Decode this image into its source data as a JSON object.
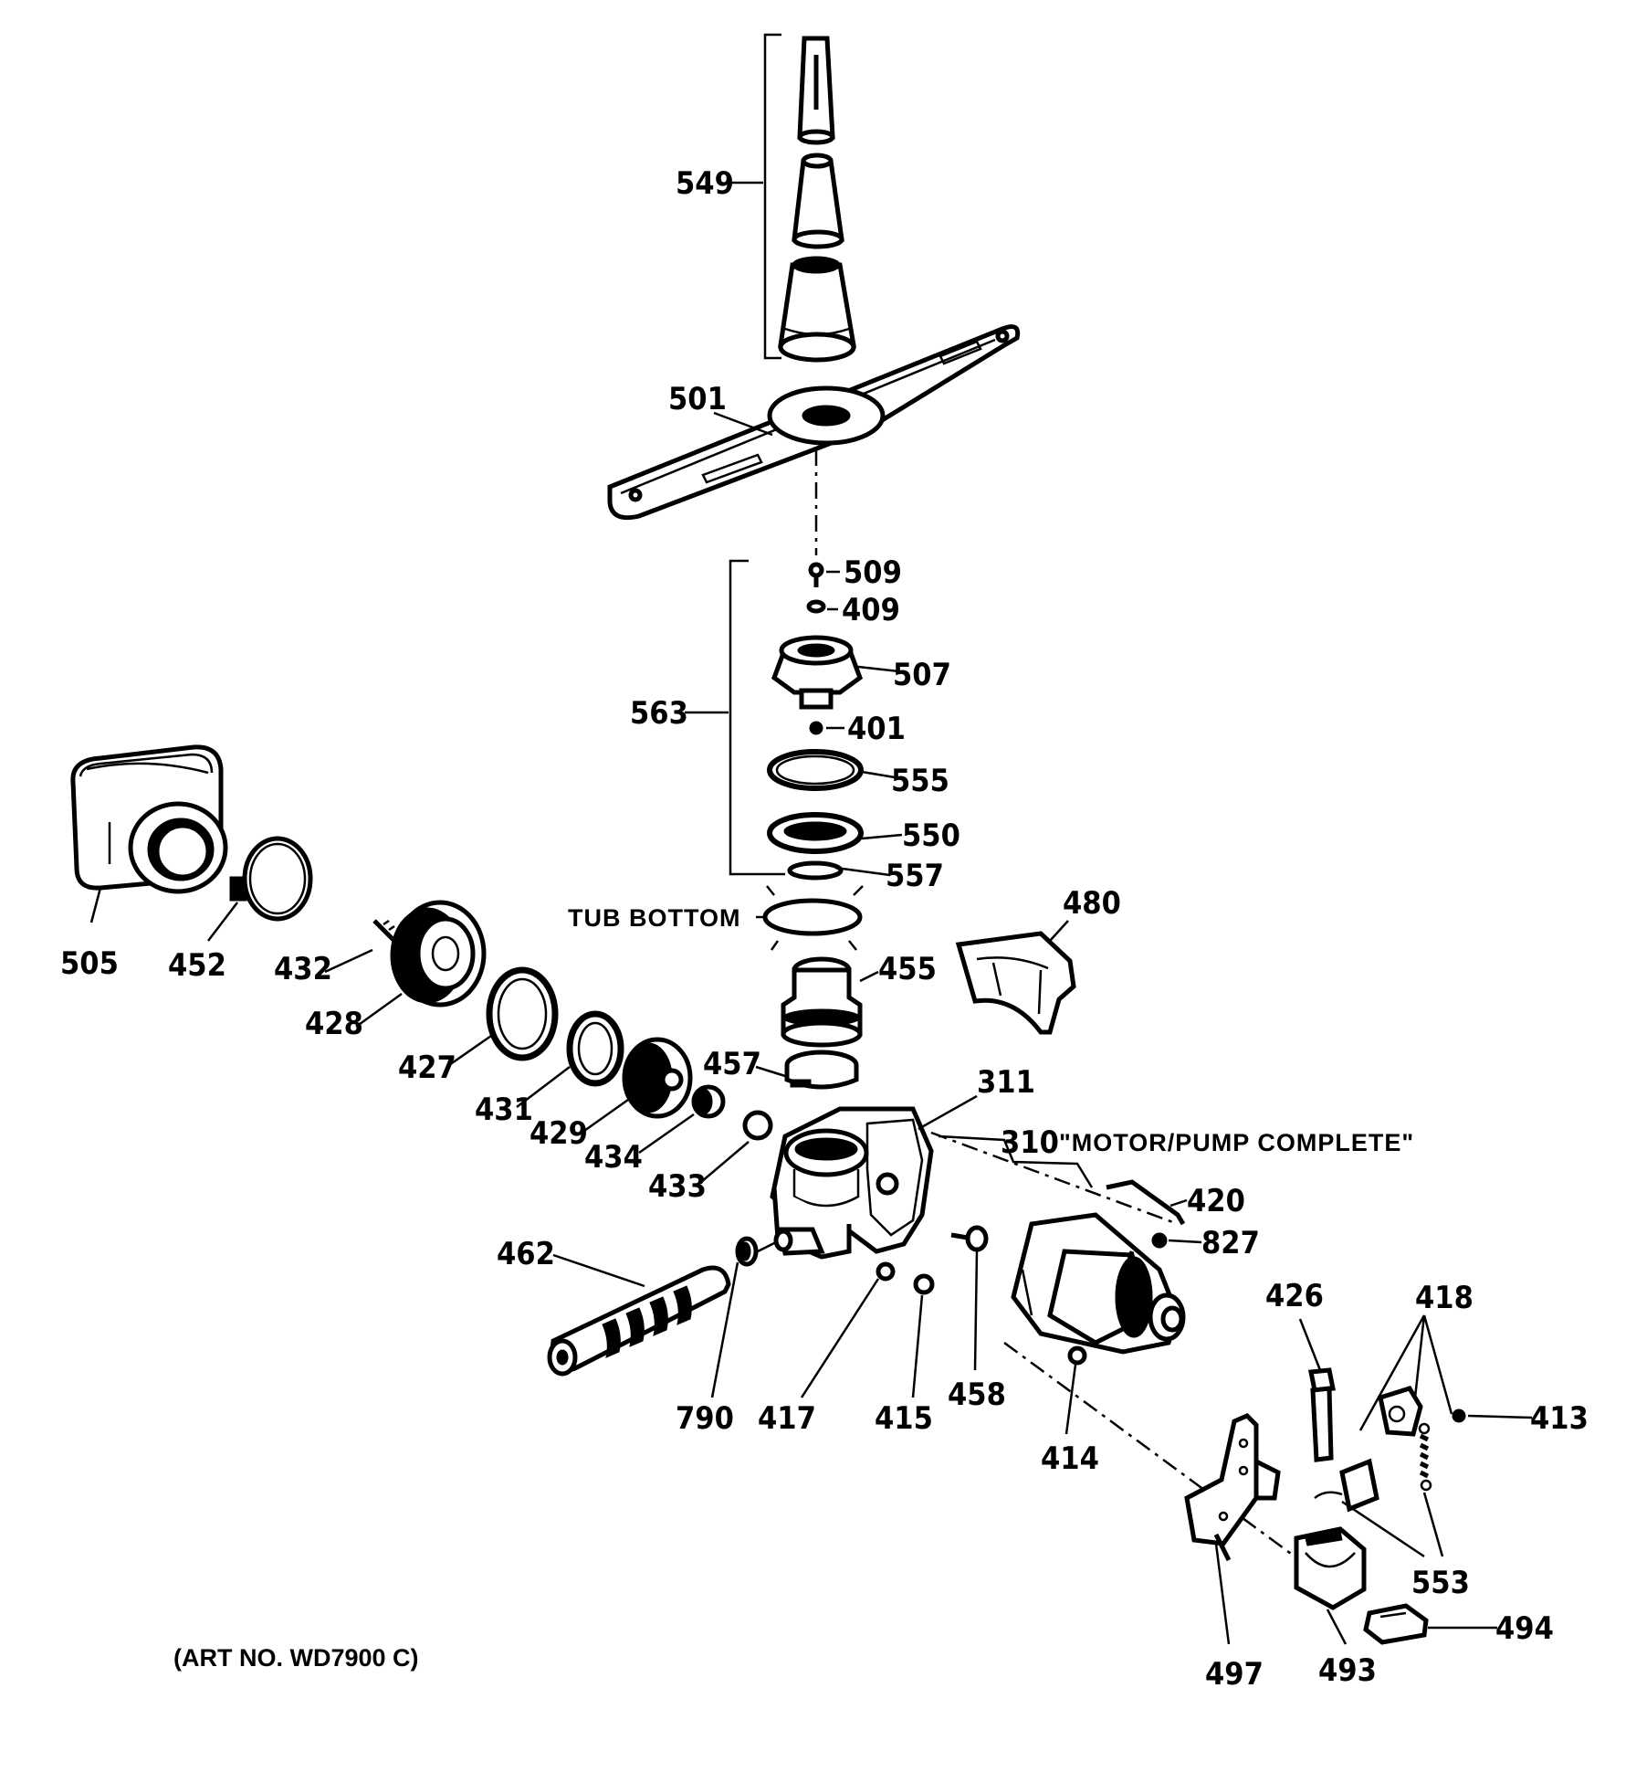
{
  "labels": {
    "p549": "549",
    "p501": "501",
    "p509": "509",
    "p409": "409",
    "p507": "507",
    "p563": "563",
    "p401": "401",
    "p555": "555",
    "p550": "550",
    "p557": "557",
    "p480": "480",
    "p455": "455",
    "p457": "457",
    "p311": "311",
    "p310": "310",
    "p420": "420",
    "p827": "827",
    "p505": "505",
    "p452": "452",
    "p432": "432",
    "p428": "428",
    "p427": "427",
    "p431": "431",
    "p429": "429",
    "p434": "434",
    "p433": "433",
    "p462": "462",
    "p790": "790",
    "p417": "417",
    "p415": "415",
    "p458": "458",
    "p414": "414",
    "p426": "426",
    "p418": "418",
    "p413": "413",
    "p553": "553",
    "p497": "497",
    "p493": "493",
    "p494": "494"
  },
  "tub_bottom": "TUB BOTTOM",
  "motor_pump_complete": "\"MOTOR/PUMP COMPLETE\"",
  "art_no": "(ART NO. WD7900 C)"
}
